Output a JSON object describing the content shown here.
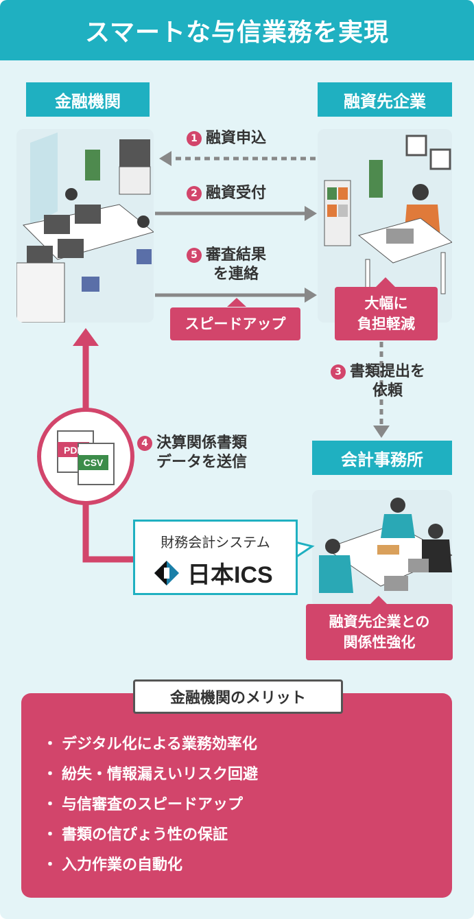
{
  "title": "スマートな与信業務を実現",
  "labels": {
    "bank": "金融機関",
    "borrower": "融資先企業",
    "accountant": "会計事務所"
  },
  "steps": [
    {
      "num": "1",
      "text": "融資申込"
    },
    {
      "num": "2",
      "text": "融資受付"
    },
    {
      "num": "5",
      "text": "審査結果\nを連絡"
    },
    {
      "num": "3",
      "text": "書類提出を\n依頼"
    },
    {
      "num": "4",
      "text": "決算関係書類\nデータを送信"
    }
  ],
  "tags": {
    "speed": "スピードアップ",
    "burden": "大幅に\n負担軽減",
    "relation": "融資先企業との\n関係性強化"
  },
  "files": {
    "pdf": "PDF",
    "csv": "CSV"
  },
  "system": {
    "caption": "財務会計システム",
    "brand": "日本ICS"
  },
  "merit": {
    "title": "金融機関のメリット",
    "items": [
      "デジタル化による業務効率化",
      "紛失・情報漏えいリスク回避",
      "与信審査のスピードアップ",
      "書類の信ぴょう性の保証",
      "入力作業の自動化"
    ]
  },
  "colors": {
    "teal": "#1fb0c1",
    "pink": "#d2456b",
    "background": "#e4f4f7"
  }
}
